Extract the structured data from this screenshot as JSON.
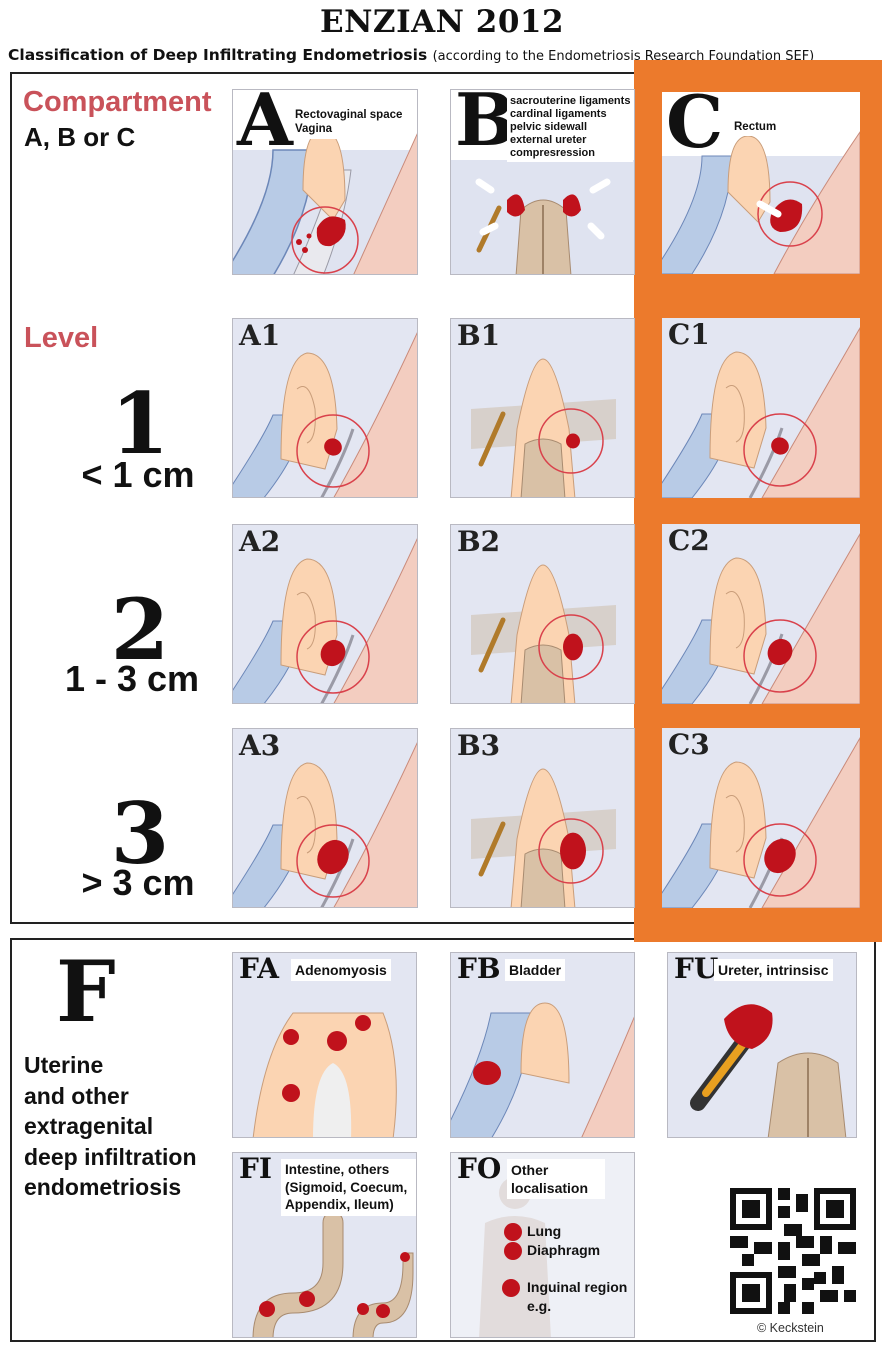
{
  "title": "ENZIAN 2012",
  "subtitle": {
    "main": "Classification of Deep Infiltrating Endometriosis",
    "source": "(according to the Endometriosis Research Foundation SEF)"
  },
  "compartment": {
    "heading": "Compartment",
    "options": "A, B or C"
  },
  "level": {
    "heading": "Level",
    "levels": [
      {
        "number": "1",
        "range": "< 1 cm"
      },
      {
        "number": "2",
        "range": "1 - 3 cm"
      },
      {
        "number": "3",
        "range": "> 3 cm"
      }
    ]
  },
  "compartments": [
    {
      "letter": "A",
      "lines": [
        "Rectovaginal space",
        "Vagina"
      ]
    },
    {
      "letter": "B",
      "lines": [
        "sacrouterine ligaments",
        "cardinal ligaments",
        "pelvic sidewall",
        "external ureter",
        "compresression"
      ]
    },
    {
      "letter": "C",
      "lines": [
        "Rectum"
      ]
    }
  ],
  "grid_codes": [
    [
      "A1",
      "B1",
      "C1"
    ],
    [
      "A2",
      "B2",
      "C2"
    ],
    [
      "A3",
      "B3",
      "C3"
    ]
  ],
  "f_section": {
    "letter": "F",
    "description": "Uterine\nand other\nextragenital\ndeep infiltration\nendometriosis",
    "tiles": [
      {
        "code": "FA",
        "label": "Adenomyosis"
      },
      {
        "code": "FB",
        "label": "Bladder"
      },
      {
        "code": "FU",
        "label": "Ureter, intrinsisc"
      },
      {
        "code": "FI",
        "label": "Intestine, others (Sigmoid, Coecum, Appendix, Ileum)"
      },
      {
        "code": "FO",
        "label": "Other localisation",
        "items": [
          "Lung",
          "Diaphragm",
          "Inguinal region",
          "e.g."
        ]
      }
    ]
  },
  "copyright": "© Keckstein",
  "colors": {
    "accent_orange": "#ec7a2c",
    "label_red": "#c9525a",
    "lesion_red": "#c0121c"
  }
}
